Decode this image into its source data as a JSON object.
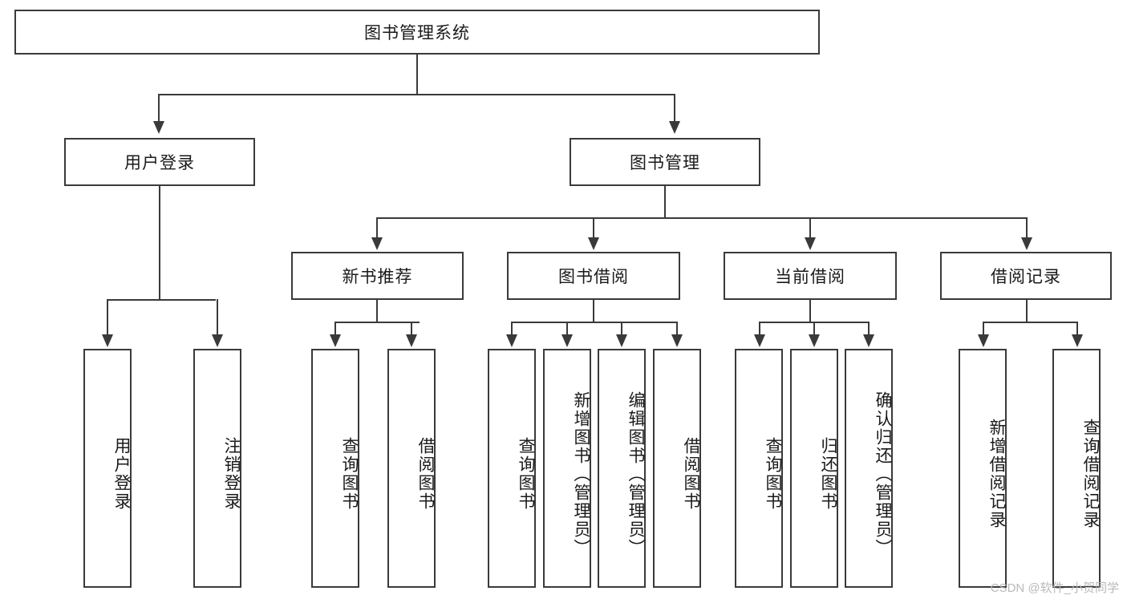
{
  "diagram": {
    "type": "tree",
    "title": "图书管理系统",
    "orientation": "top-down",
    "colors": {
      "box_border": "#3a3a3a",
      "box_fill": "#ffffff",
      "connector": "#3a3a3a",
      "background": "#ffffff",
      "watermark": "#b9b9b9"
    },
    "root": {
      "label": "图书管理系统"
    },
    "level2": [
      {
        "label": "用户登录"
      },
      {
        "label": "图书管理"
      }
    ],
    "level3": [
      {
        "label": "新书推荐"
      },
      {
        "label": "图书借阅"
      },
      {
        "label": "当前借阅"
      },
      {
        "label": "借阅记录"
      }
    ],
    "leaves": {
      "user_login": [
        {
          "label": "用户登录"
        },
        {
          "label": "注销登录"
        }
      ],
      "new_book_recommend": [
        {
          "label": "查询图书"
        },
        {
          "label": "借阅图书"
        }
      ],
      "book_borrow": [
        {
          "label": "查询图书"
        },
        {
          "label": "新增图书（管理员）"
        },
        {
          "label": "编辑图书（管理员）"
        },
        {
          "label": "借阅图书"
        }
      ],
      "current_borrow": [
        {
          "label": "查询图书"
        },
        {
          "label": "归还图书"
        },
        {
          "label": "确认归还（管理员）"
        }
      ],
      "borrow_record": [
        {
          "label": "新增借阅记录"
        },
        {
          "label": "查询借阅记录"
        }
      ]
    }
  },
  "watermark": {
    "text": "CSDN @软件_小贺同学"
  }
}
